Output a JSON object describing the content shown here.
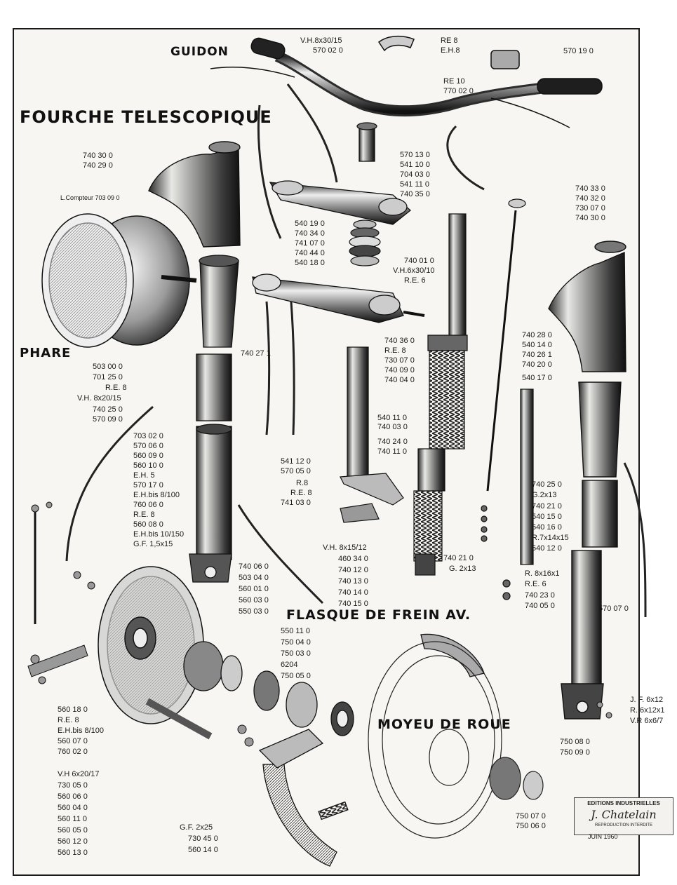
{
  "titles": {
    "guidon": "GUIDON",
    "fourche": "FOURCHE TELESCOPIQUE",
    "phare": "PHARE",
    "flasque": "FLASQUE DE FREIN AV.",
    "moyeu": "MOYEU DE ROUE"
  },
  "labels": {
    "guidon_top": [
      "V.H.8x30/15",
      "570 02 0"
    ],
    "guidon_right_top": [
      "RE 8",
      "E.H.8"
    ],
    "guidon_switch": "570 19 0",
    "guidon_mid": [
      "RE 10",
      "770 02 0"
    ],
    "steering_stack": [
      "570 13 0",
      "541 10 0",
      "704 03 0",
      "541 11 0",
      "740 35 0"
    ],
    "fork_head_left": [
      "740 30 0",
      "740 29 0"
    ],
    "compteur": "L.Compteur 703 09 0",
    "bearing_stack": [
      "540 19 0",
      "740 34 0",
      "741 07 0",
      "740 44 0",
      "540 18 0"
    ],
    "right_cap": [
      "740 33 0",
      "740 32 0",
      "730 07 0",
      "740 30 0"
    ],
    "spring_top": [
      "740 01 0",
      "V.H.6x30/10",
      "R.E. 6"
    ],
    "triple_clamp": [
      "740 36 0",
      "R.E. 8",
      "730 07 0",
      "740 09 0",
      "740 04 0"
    ],
    "left_tube": "740 27 1",
    "right_upper": [
      "740 28 0",
      "540 14 0",
      "740 26 1",
      "740 20 0",
      "540 17 0"
    ],
    "phare_parts": [
      "503 00 0",
      "701 25 0",
      "R.E. 8",
      "V.H. 8x20/15",
      "740 25 0",
      "570 09 0"
    ],
    "cable_center": [
      "540 11 0",
      "740 03 0"
    ],
    "damper": [
      "740 24 0",
      "740 11 0"
    ],
    "lever_parts": [
      "703 02 0",
      "570 06 0",
      "560 09 0",
      "560 10 0",
      "E.H. 5",
      "570 17 0",
      "E.H.bis 8/100",
      "760 06 0",
      "R.E. 8",
      "560 08 0",
      "E.H.bis 10/150",
      "G.F. 1,5x15"
    ],
    "cable_ends": [
      "541 12 0",
      "570 05 0"
    ],
    "bracket": [
      "R.8",
      "R.E. 8",
      "741 03 0"
    ],
    "right_lower": [
      "740 25 0",
      "G.2x13",
      "740 21 0",
      "540 15 0",
      "540 16 0",
      "R.7x14x15",
      "540 12 0"
    ],
    "bottom_center": [
      "V.H. 8x15/12",
      "460 34 0",
      "740 12 0",
      "740 13 0",
      "740 14 0",
      "740 15 0"
    ],
    "pin_center": [
      "740 21 0",
      "G. 2x13"
    ],
    "right_bottom_fix": [
      "R. 8x16x1",
      "R.E. 6",
      "740 23 0",
      "740 05 0"
    ],
    "fork_bottom": [
      "740 06 0",
      "503 04 0",
      "560 01 0",
      "560 03 0",
      "550 03 0"
    ],
    "cable_right": "570 07 0",
    "hub_parts": [
      "550 11 0",
      "750 04 0",
      "750 03 0",
      "6204",
      "750 05 0"
    ],
    "right_nut": [
      "J. F. 6x12",
      "R. 6x12x1",
      "V.R 6x6/7"
    ],
    "left_low": [
      "560 18 0",
      "R.E. 8",
      "E.H.bis 8/100",
      "560 07 0",
      "760 02 0"
    ],
    "bottom_left": [
      "V.H 6x20/17",
      "730 05 0",
      "560 06 0",
      "560 04 0",
      "560 11 0",
      "560 05 0",
      "560 12 0",
      "560 13 0"
    ],
    "brake_shoe": [
      "G.F. 2x25",
      "730 45 0",
      "560 14 0"
    ],
    "hub_right": [
      "750 08 0",
      "750 09 0"
    ],
    "hub_bearing": [
      "750 07 0",
      "750 06 0"
    ]
  },
  "publisher": {
    "editions": "EDITIONS INDUSTRIELLES",
    "logo": "J. Chatelain",
    "rights": "REPRODUCTION INTERDITE",
    "date": "JUIN 1960"
  },
  "colors": {
    "ink": "#1a1a1a",
    "paper": "#f7f6f2",
    "metal_light": "#d9d9d6",
    "metal_dark": "#3a3a3a"
  }
}
